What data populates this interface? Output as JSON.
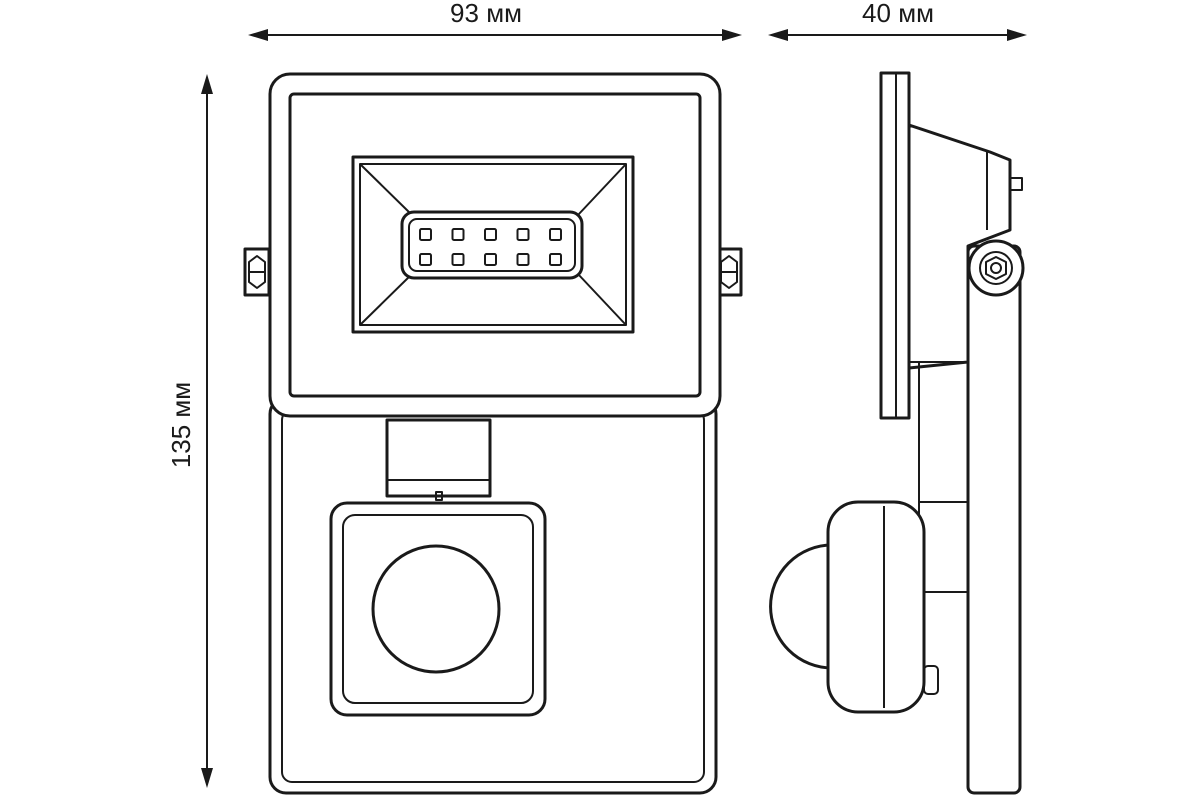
{
  "dimensions": {
    "width_label": "93 мм",
    "depth_label": "40 мм",
    "height_label": "135 мм"
  },
  "led_chips": {
    "rows": 2,
    "cols": 5
  }
}
